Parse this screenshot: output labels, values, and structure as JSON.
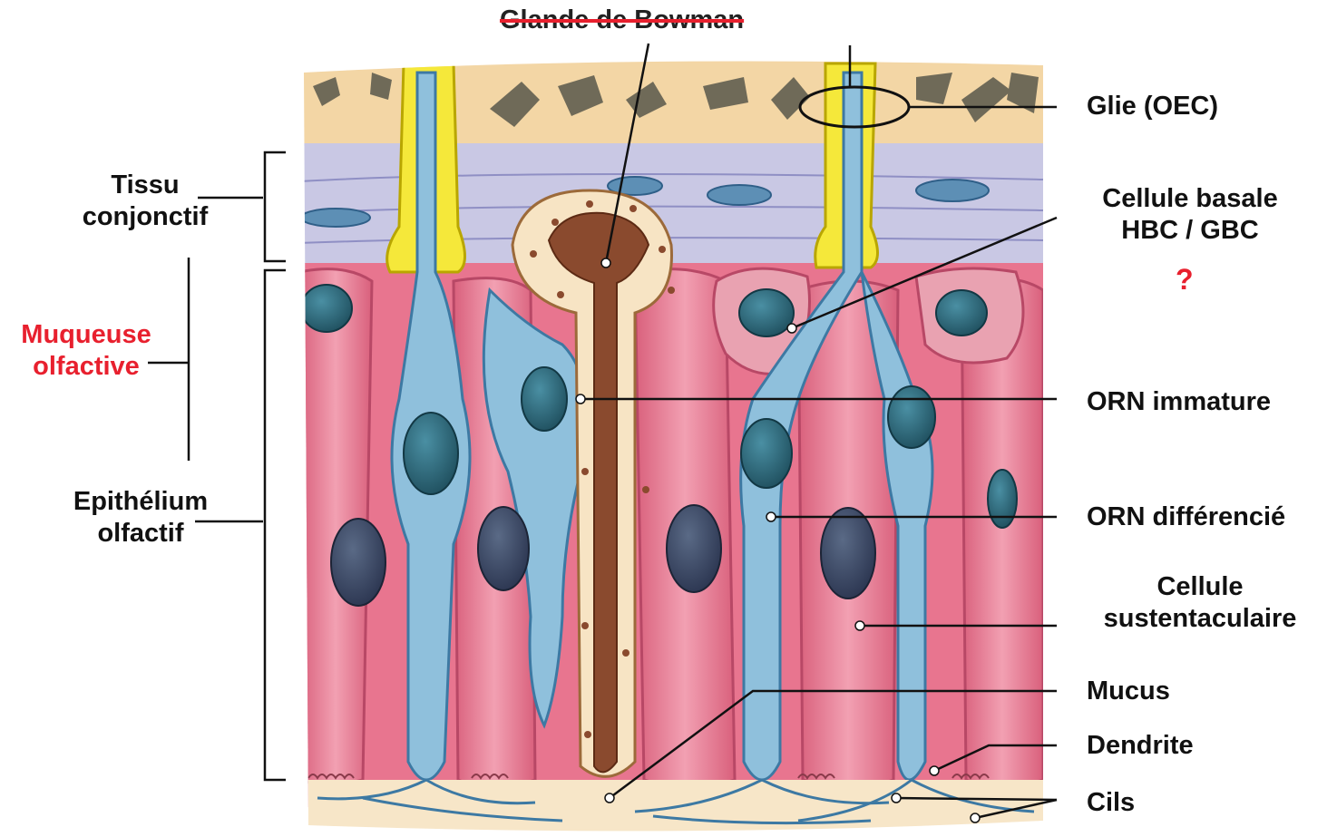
{
  "colors": {
    "connective": "#c9c8e4",
    "bone": "#f3d6a5",
    "support_cell": "#e8758f",
    "support_cell_light": "#f4a7b6",
    "neuron": "#8fc0dc",
    "nucleus": "#2f6b7e",
    "axon_bundle": "#f5e83a",
    "gland_wall": "#f7e4c4",
    "gland_lumen": "#8a4a2e",
    "annotation_red": "#e8202e"
  },
  "labels": {
    "bowman_gland": "Glande de Bowman",
    "glia": "Glie (OEC)",
    "basal_cell_1": "Cellule basale",
    "basal_cell_2": "HBC / GBC",
    "question_mark": "?",
    "orn_immature": "ORN immature",
    "orn_differentiated": "ORN différencié",
    "sustentacular_1": "Cellule",
    "sustentacular_2": "sustentaculaire",
    "mucus": "Mucus",
    "dendrite": "Dendrite",
    "cilia": "Cils",
    "connective_tissue_1": "Tissu",
    "connective_tissue_2": "conjonctif",
    "olfactory_mucosa_1": "Muqueuse",
    "olfactory_mucosa_2": "olfactive",
    "olfactory_epithelium_1": "Epithélium",
    "olfactory_epithelium_2": "olfactif"
  }
}
